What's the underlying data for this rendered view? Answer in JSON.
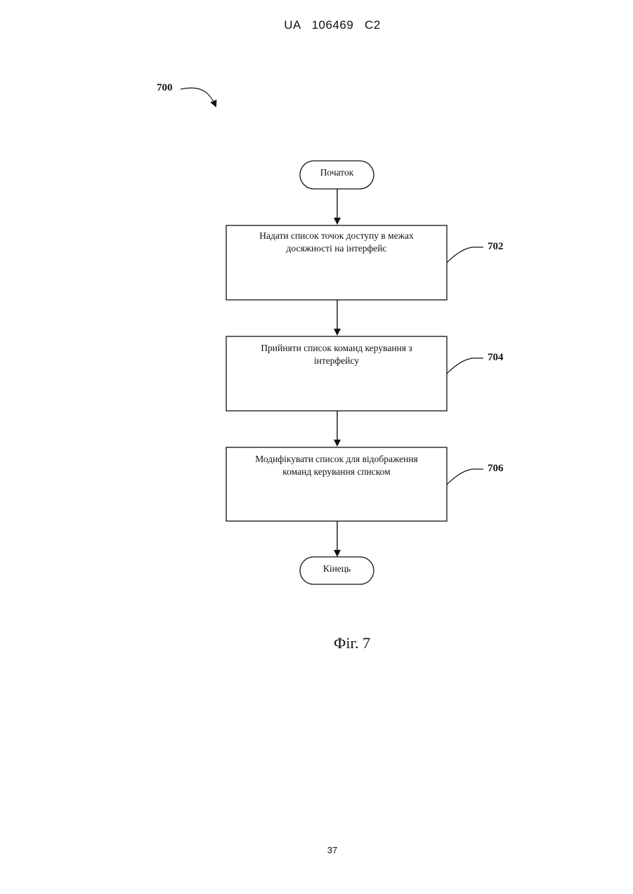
{
  "header": {
    "text": "UA   106469   C2"
  },
  "figure": {
    "ref_number": "700",
    "start_label": "Початок",
    "end_label": "Кінець",
    "steps": [
      {
        "ref": "702",
        "line1": "Надати список точок доступу в межах",
        "line2": "досяжності на інтерфейс"
      },
      {
        "ref": "704",
        "line1": "Прийняти список команд керування з",
        "line2": "інтерфейсу"
      },
      {
        "ref": "706",
        "line1": "Модифікувати список для відображення",
        "line2": "команд керування списком"
      }
    ],
    "caption": "Фіг. 7"
  },
  "footer": {
    "page_number": "37"
  }
}
